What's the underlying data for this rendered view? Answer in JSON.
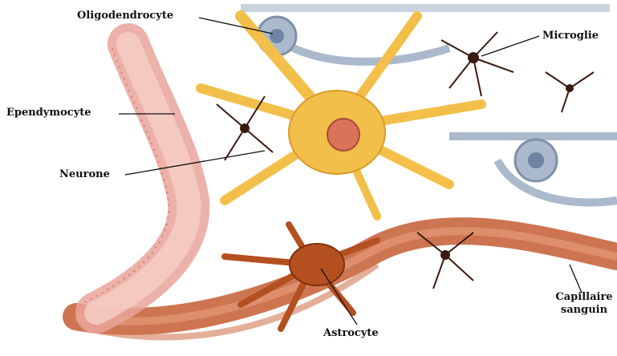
{
  "diagram": {
    "labels": {
      "oligodendrocyte": "Oligodendrocyte",
      "microglie": "Microglie",
      "ependymocyte": "Ependymocyte",
      "neurone": "Neurone",
      "capillaire_line1": "Capillaire",
      "capillaire_line2": "sanguin",
      "astrocyte": "Astrocyte"
    },
    "colors": {
      "neuron_body": "#f2c04a",
      "neuron_nucleus": "#d9735a",
      "astrocyte_body": "#b4501f",
      "capillary": "#c8653e",
      "oligodendrocyte": "#aab9cc",
      "microglia": "#3a1a10",
      "ependymal": "#e9a49a",
      "leader_line": "#111111"
    }
  }
}
